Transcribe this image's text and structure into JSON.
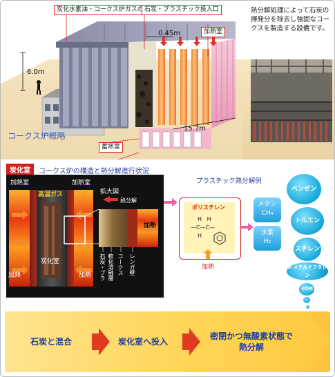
{
  "top": {
    "label_gas_pipe": "炭化水素油・コークス炉ガスの回収配管",
    "label_input": "石炭・プラスチック投入口",
    "label_heating": "加熱室",
    "label_storage": "蓄熱室",
    "dim_width": "0.45m",
    "dim_height": "6.0m",
    "dim_length": "15.7m",
    "caption": "コークス炉概略",
    "description": "熱分解処理によって石炭の揮発分を除去し強固なコークスを製造する設備です。"
  },
  "middle": {
    "tag": "炭化室",
    "title": "コークス炉の構造と熱分解進行状況",
    "label_heat_left": "加熱室",
    "label_heat_right": "加熱室",
    "label_gas": "高温ガス",
    "label_carbonization": "炭化室",
    "label_heating_side_left": "加熱",
    "label_heating_side_right": "加熱",
    "label_zoom": "拡大図",
    "label_pyrolysis": "熱分解",
    "label_heating_zoom": "加熱",
    "layers": [
      "石炭・プラ",
      "軟化溶融層",
      "コークス",
      "レンガ壁"
    ]
  },
  "plastic": {
    "title": "プラスチック熱分解例",
    "polymer_name": "ポリスチレン",
    "formula_top": "H   H",
    "formula_mid": "—C—C—",
    "formula_bottom": "H",
    "heating": "加熱",
    "gas_box_1": [
      "メタン",
      "CH₄"
    ],
    "gas_box_2": [
      "水素",
      "H₂"
    ],
    "products": [
      "ベンゼン",
      "トルエン",
      "スチレン",
      "α-メチルナフタレン",
      "その他"
    ]
  },
  "flow": {
    "steps": [
      "石炭と混合",
      "炭化室へ投入",
      "密閉かつ無酸素状態で\n熱分解"
    ]
  }
}
